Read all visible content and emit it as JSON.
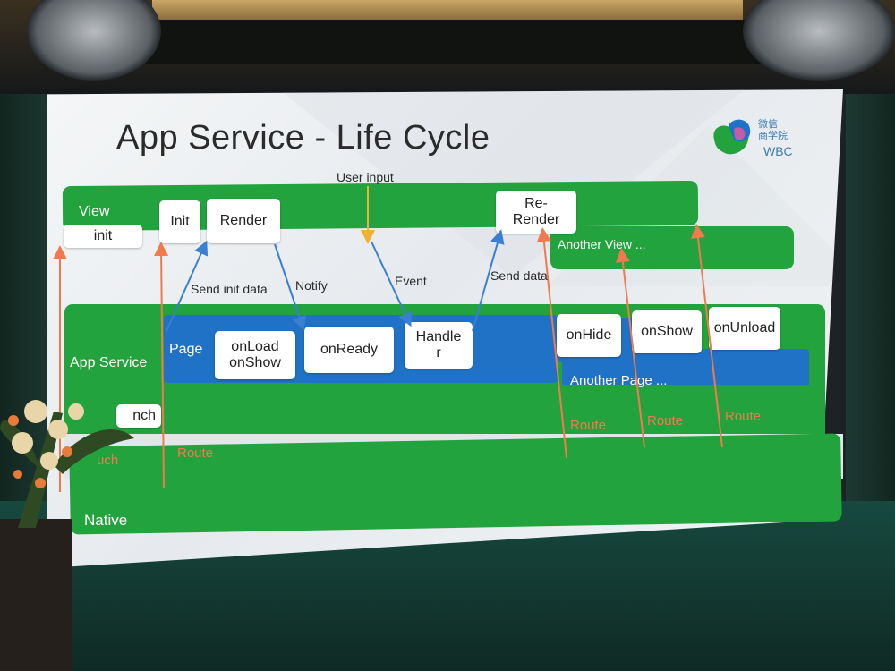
{
  "slide": {
    "title": "App Service - Life Cycle",
    "brand_cn": "微信商学院",
    "brand_cn_line1": "微信",
    "brand_cn_line2": "商学院",
    "brand_abbr": "WBC"
  },
  "layers": {
    "view": "View",
    "another_view": "Another View ...",
    "app_service": "App Service",
    "page": "Page",
    "another_page": "Another Page ...",
    "launch": "Launch",
    "launch_visible": "nch",
    "touch_visible": "uch",
    "native": "Native"
  },
  "boxes": {
    "init_lower": "init",
    "init": "Init",
    "render": "Render",
    "re_render": "Re-\nRender",
    "onload_onshow": "onLoad\nonShow",
    "onready": "onReady",
    "handler": "Handle\nr",
    "onhide": "onHide",
    "onshow": "onShow",
    "onunload": "onUnload"
  },
  "labels": {
    "user_input": "User input",
    "send_init_data": "Send init data",
    "notify": "Notify",
    "event": "Event",
    "send_data": "Send data",
    "route": "Route"
  },
  "colors": {
    "green": "#22a33d",
    "blue": "#1f72c5",
    "route_arrow": "#f07a4e",
    "flow_arrow": "#3a7fd0",
    "user_input_arrow": "#f0b030",
    "title_text": "#2b2b2b"
  }
}
